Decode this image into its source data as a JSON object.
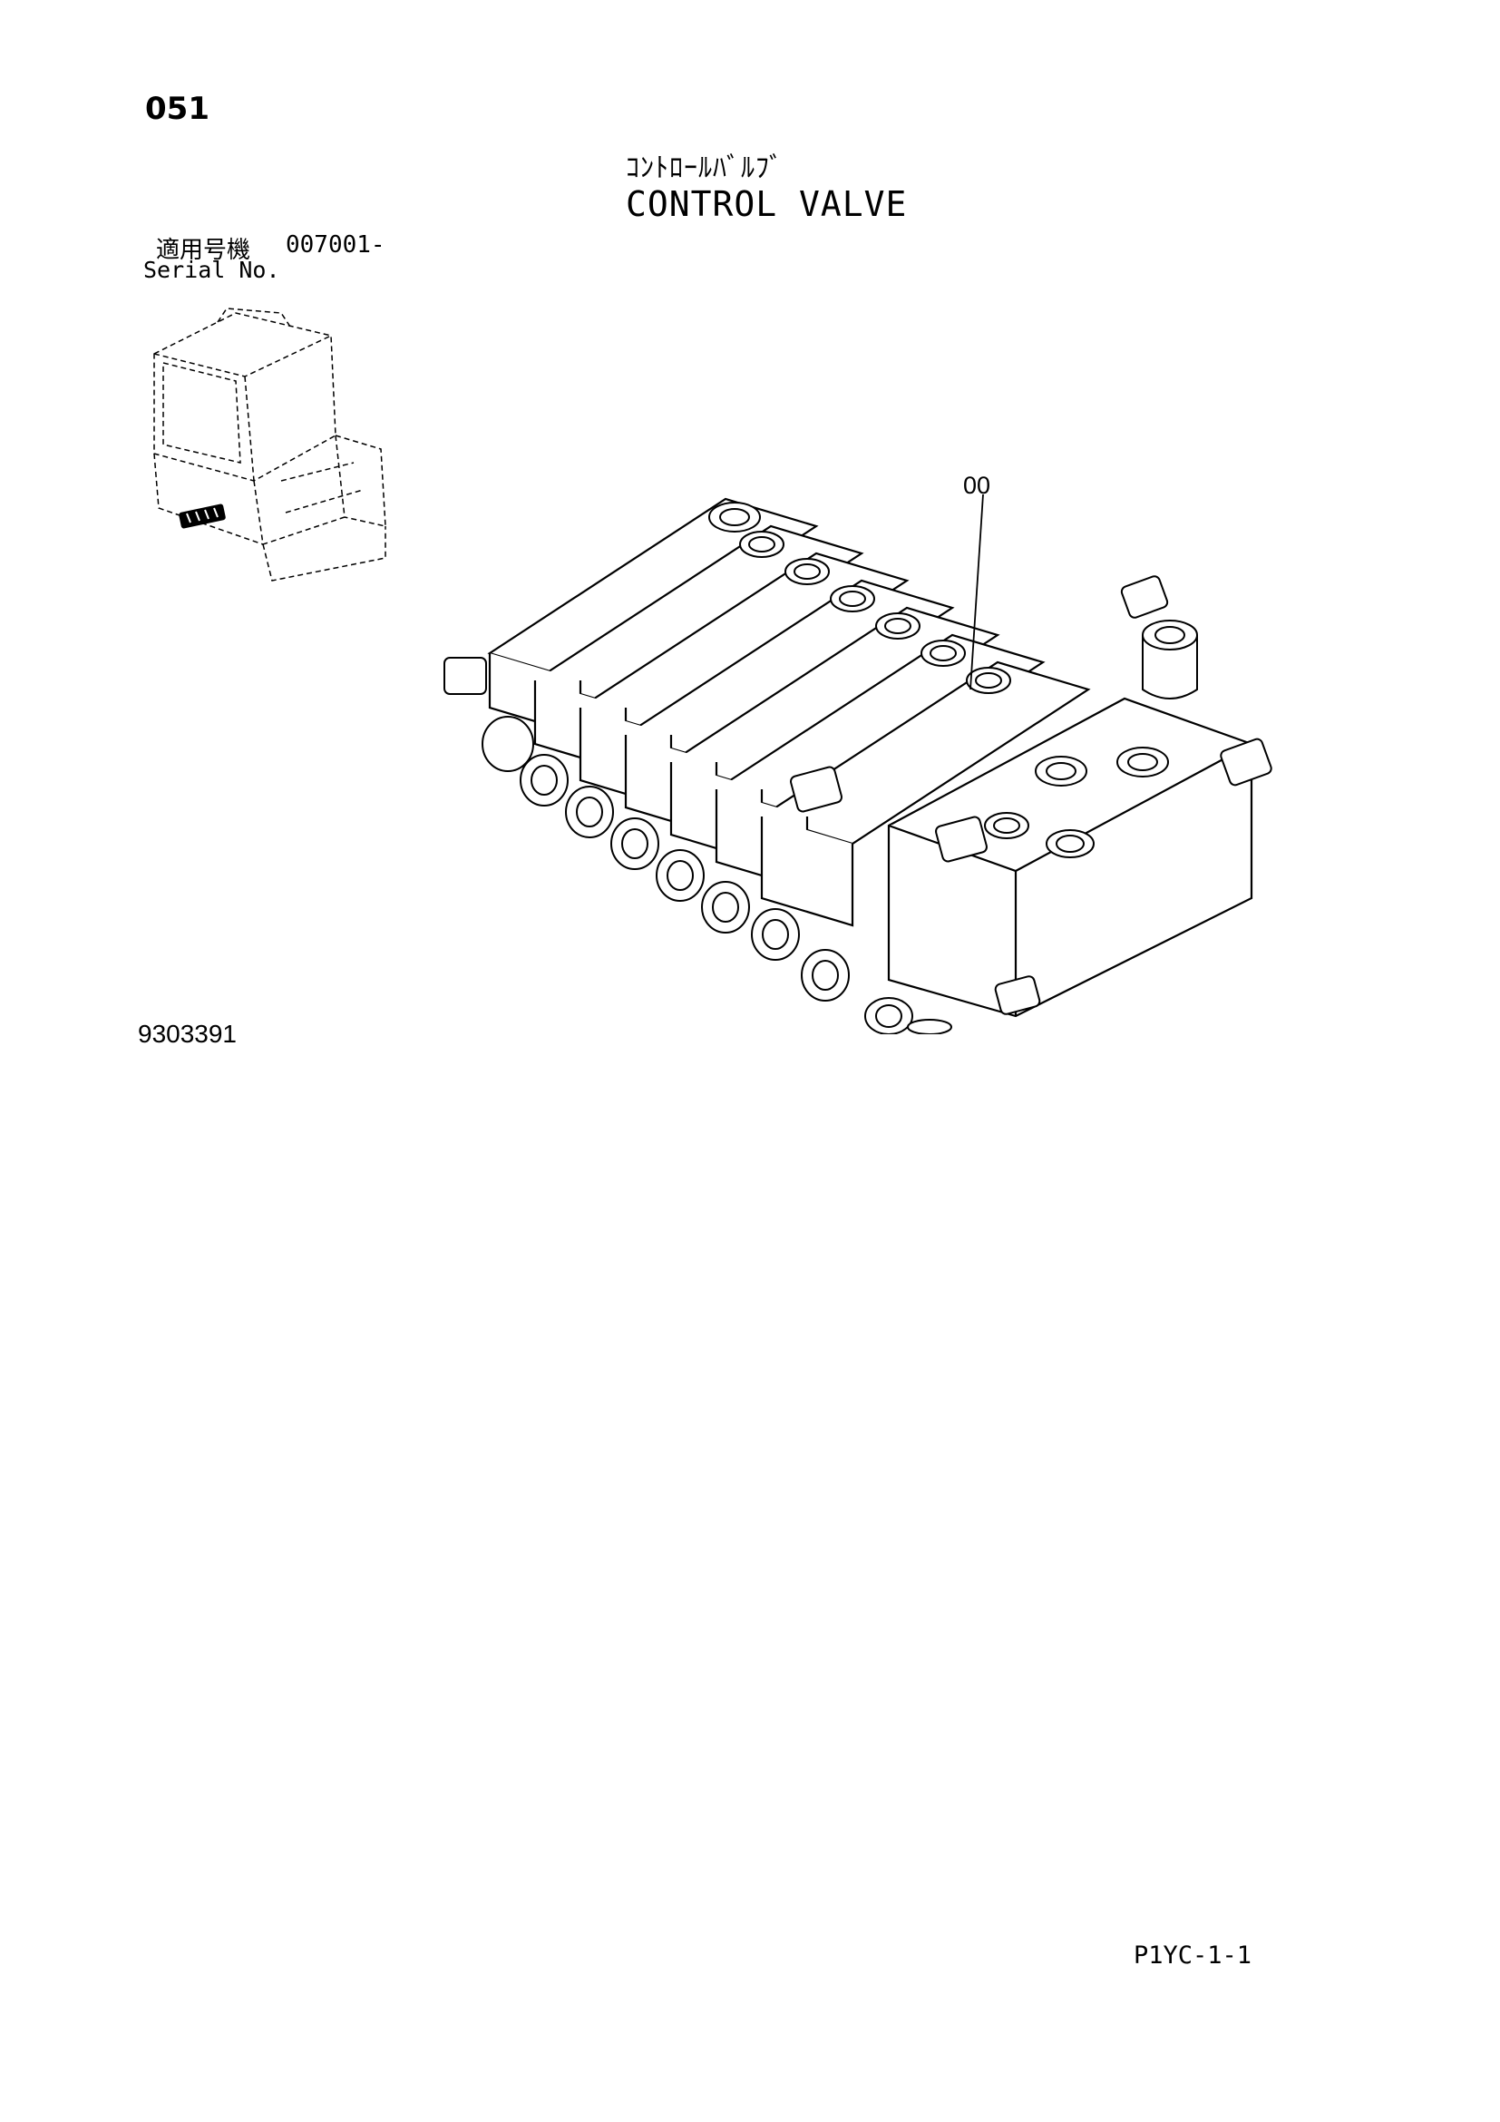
{
  "page": {
    "number": "051",
    "title_jp": "ｺﾝﾄﾛｰﾙﾊﾞﾙﾌﾞ",
    "title_en": "CONTROL VALVE",
    "serial_label_jp": "適用号機",
    "serial_value": "007001-",
    "serial_label_en": "Serial No.",
    "drawing_code": "9303391",
    "page_code": "P1YC-1-1"
  },
  "callouts": [
    {
      "label": "00"
    }
  ],
  "icons": {
    "machine_locator": "excavator-cab-locator-icon",
    "part_illustration": "control-valve-illustration"
  },
  "colors": {
    "ink": "#000000",
    "paper": "#ffffff"
  }
}
